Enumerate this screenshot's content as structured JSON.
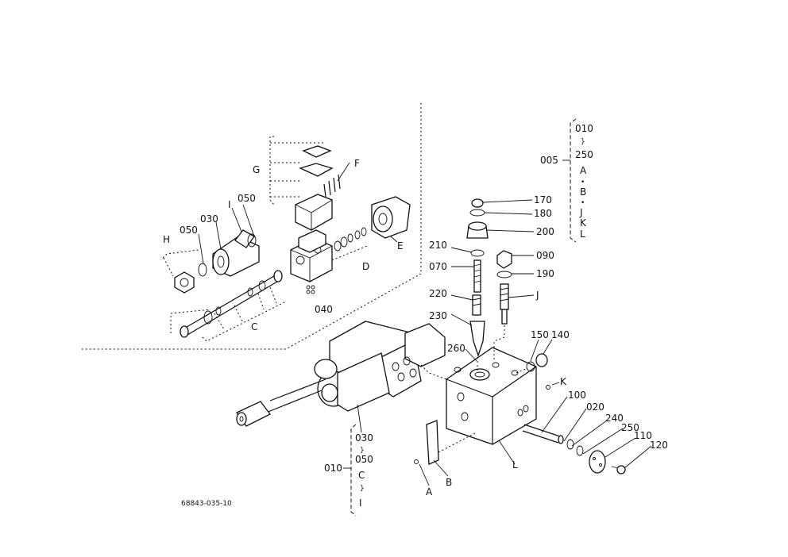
{
  "labels": {
    "G": "G",
    "F": "F",
    "I": "I",
    "n050a": "050",
    "H": "H",
    "n050b": "050",
    "n030": "030",
    "E": "E",
    "D": "D",
    "C": "C",
    "n040": "040",
    "n005": "005",
    "n010top": "010",
    "tilde1": "}",
    "n250top": "250",
    "A1": "A",
    "dot1": "•",
    "B1": "B",
    "dot2": "•",
    "J1": "J",
    "K1": "K",
    "L1": "L",
    "n170": "170",
    "n180": "180",
    "n200": "200",
    "n210": "210",
    "n070": "070",
    "n090": "090",
    "n190": "190",
    "J2": "J",
    "n220": "220",
    "n230": "230",
    "n260": "260",
    "n150": "150",
    "n140": "140",
    "K2": "K",
    "n100": "100",
    "n020": "020",
    "n240": "240",
    "n250": "250",
    "n110": "110",
    "n120": "120",
    "L2": "L",
    "A2": "A",
    "B2": "B",
    "n030b": "030",
    "tilde2": "}",
    "n050c": "050",
    "n010": "010",
    "C2": "C",
    "tilde3": "}",
    "I2": "I"
  },
  "footer": {
    "code": "68843-035-10"
  }
}
